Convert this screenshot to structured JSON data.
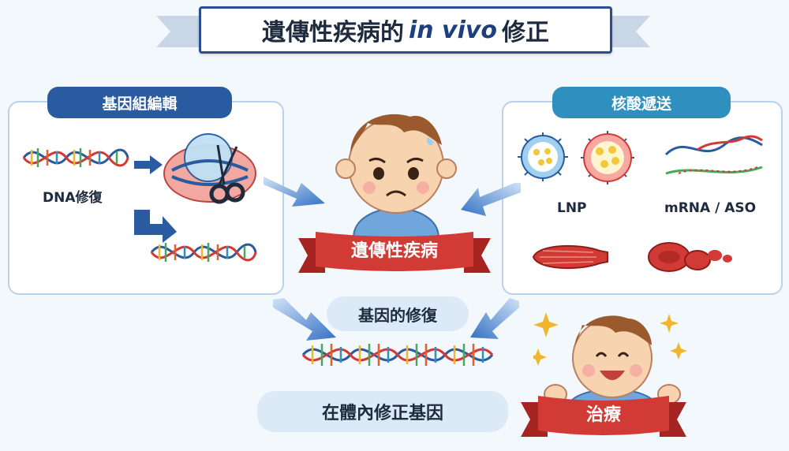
{
  "title": {
    "prefix": "遺傳性疾病的",
    "italic": "in vivo",
    "suffix": "修正"
  },
  "left_panel": {
    "heading": "基因組編輯",
    "dna_label": "DNA修復"
  },
  "right_panel": {
    "heading": "核酸遞送",
    "lnp_label": "LNP",
    "mrna_label": "mRNA / ASO"
  },
  "center": {
    "disease_label": "遺傳性疾病",
    "repair_label": "基因的修復",
    "correction_label": "在體內修正基因"
  },
  "treatment_label": "治療",
  "colors": {
    "navy": "#2a5aa0",
    "teal": "#2f8fbf",
    "red": "#d23a35",
    "blue_arrow": "#3470c4"
  }
}
